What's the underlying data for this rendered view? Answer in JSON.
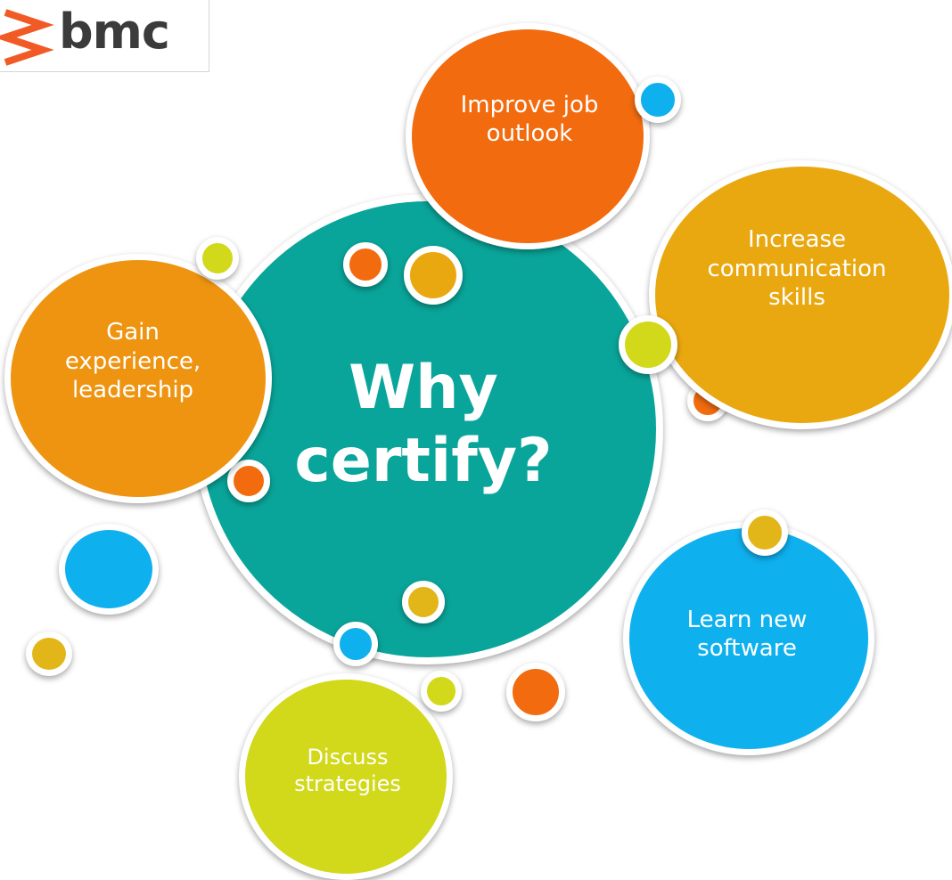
{
  "logo": {
    "text": "bmc",
    "mark_color": "#f15a24",
    "text_color": "#3b3b3b"
  },
  "diagram": {
    "center_label": "Why\ncertify?",
    "benefits": [
      {
        "key": "job-outlook",
        "label": "Improve job\noutlook",
        "color": "#f26b0f"
      },
      {
        "key": "communication",
        "label": "Increase\ncommunication\nskills",
        "color": "#e9a80f"
      },
      {
        "key": "experience",
        "label": "Gain\nexperience,\nleadership",
        "color": "#ee9410"
      },
      {
        "key": "software",
        "label": "Learn new\nsoftware",
        "color": "#0fb0ee"
      },
      {
        "key": "strategies",
        "label": "Discuss\nstrategies",
        "color": "#d2d81a"
      }
    ],
    "colors": {
      "center": "#0aa59a",
      "orange": "#f26b0f",
      "amber": "#e9a80f",
      "yellow": "#e2b619",
      "lime": "#d2d81a",
      "blue": "#0fb0ee"
    }
  }
}
